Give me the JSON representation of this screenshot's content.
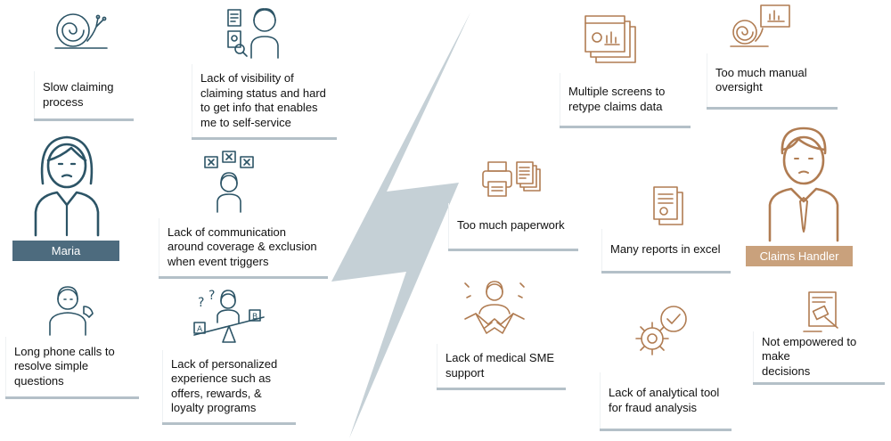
{
  "colors": {
    "customer_accent": "#4d6b7e",
    "handler_accent": "#c9a17c",
    "card_underline": "#b4c0c8",
    "divider": "#c5d0d6"
  },
  "customer": {
    "persona_name": "Maria",
    "pain_points": [
      {
        "id": "slow",
        "lines": [
          "Slow claiming",
          "process"
        ],
        "icon": "snail-icon"
      },
      {
        "id": "visibility",
        "lines": [
          "Lack of visibility of",
          "claiming status and hard",
          "to get info that enables",
          "me to self-service"
        ],
        "icon": "person-documents-icon"
      },
      {
        "id": "communication",
        "lines": [
          "Lack of communication",
          "around coverage & exclusion",
          "when event triggers"
        ],
        "icon": "person-chat-icon"
      },
      {
        "id": "phone",
        "lines": [
          "Long phone calls to",
          "resolve simple",
          "questions"
        ],
        "icon": "person-phone-icon"
      },
      {
        "id": "personalized",
        "lines": [
          "Lack of personalized",
          "experience such as",
          "offers, rewards, &",
          "loyalty programs"
        ],
        "icon": "person-balance-icon"
      }
    ]
  },
  "handler": {
    "persona_name": "Claims Handler",
    "pain_points": [
      {
        "id": "screens",
        "lines": [
          "Multiple screens to",
          "retype claims data"
        ],
        "icon": "screens-icon"
      },
      {
        "id": "oversight",
        "lines": [
          "Too much manual",
          "oversight"
        ],
        "icon": "snail-chart-icon"
      },
      {
        "id": "paperwork",
        "lines": [
          "Too much paperwork"
        ],
        "icon": "printer-icon"
      },
      {
        "id": "reports",
        "lines": [
          "Many reports in excel"
        ],
        "icon": "report-icon"
      },
      {
        "id": "sme",
        "lines": [
          "Lack of medical SME",
          "support"
        ],
        "icon": "handshake-icon"
      },
      {
        "id": "fraud",
        "lines": [
          "Lack of analytical tool",
          "for fraud analysis"
        ],
        "icon": "gear-check-icon"
      },
      {
        "id": "empowered",
        "lines": [
          "Not empowered to make",
          "decisions"
        ],
        "icon": "gavel-icon"
      }
    ]
  }
}
